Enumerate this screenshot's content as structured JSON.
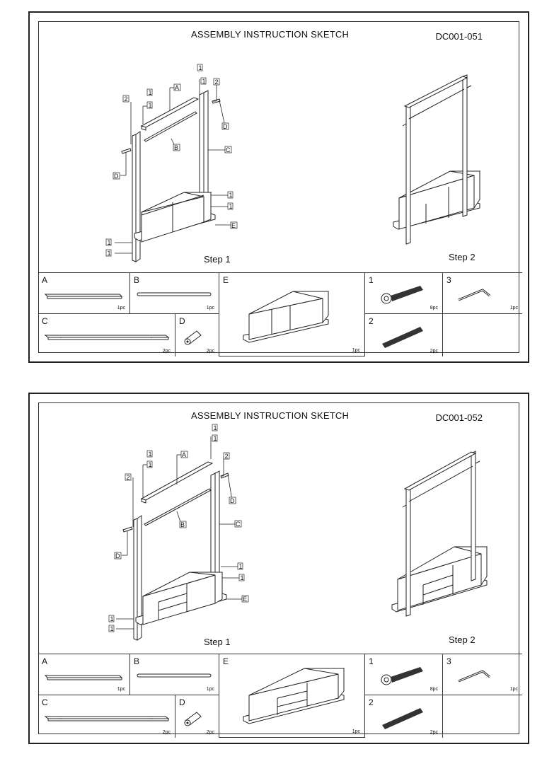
{
  "sheets": [
    {
      "title": "ASSEMBLY INSTRUCTION SKETCH",
      "code": "DC001-051",
      "step1": "Step 1",
      "step2": "Step 2",
      "parts": {
        "A": {
          "letter": "A",
          "qty": "1pc"
        },
        "B": {
          "letter": "B",
          "qty": "1pc"
        },
        "C": {
          "letter": "C",
          "qty": "2pc"
        },
        "D": {
          "letter": "D",
          "qty": "2pc"
        },
        "E": {
          "letter": "E",
          "qty": "1pc"
        },
        "p1": {
          "letter": "1",
          "qty": "8pc"
        },
        "p2": {
          "letter": "2",
          "qty": "2pc"
        },
        "p3": {
          "letter": "3",
          "qty": "1pc"
        }
      },
      "callouts": [
        "1",
        "1",
        "1",
        "1",
        "A",
        "2",
        "D",
        "C",
        "B",
        "2",
        "D",
        "1",
        "1",
        "E",
        "1",
        "1"
      ]
    },
    {
      "title": "ASSEMBLY INSTRUCTION SKETCH",
      "code": "DC001-052",
      "step1": "Step 1",
      "step2": "Step 2",
      "parts": {
        "A": {
          "letter": "A",
          "qty": "1pc"
        },
        "B": {
          "letter": "B",
          "qty": "1pc"
        },
        "C": {
          "letter": "C",
          "qty": "2pc"
        },
        "D": {
          "letter": "D",
          "qty": "2pc"
        },
        "E": {
          "letter": "E",
          "qty": "1pc"
        },
        "p1": {
          "letter": "1",
          "qty": "8pc"
        },
        "p2": {
          "letter": "2",
          "qty": "2pc"
        },
        "p3": {
          "letter": "3",
          "qty": "1pc"
        }
      },
      "callouts": [
        "1",
        "1",
        "1",
        "1",
        "A",
        "2",
        "D",
        "C",
        "B",
        "2",
        "D",
        "1",
        "1",
        "E",
        "1",
        "1"
      ]
    }
  ]
}
